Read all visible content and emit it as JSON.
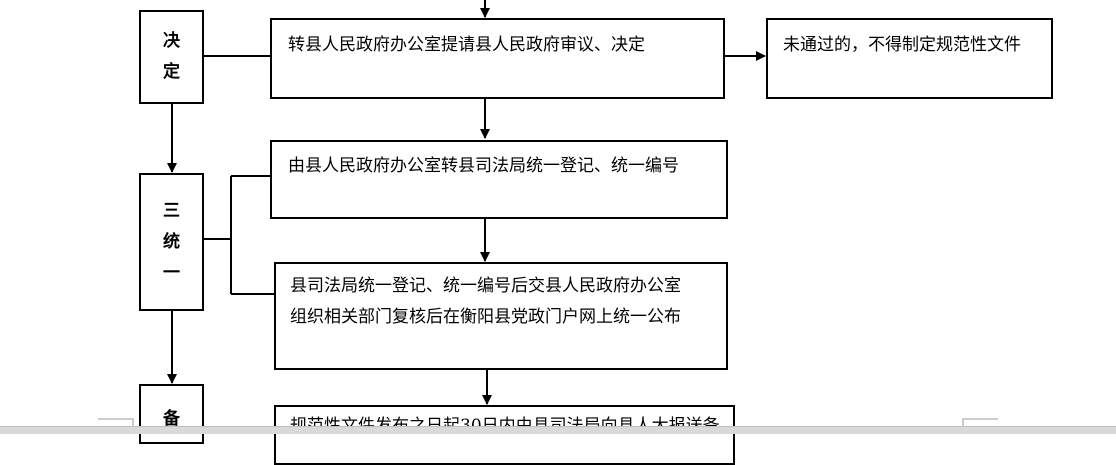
{
  "side_labels": {
    "decide": [
      "决",
      "定"
    ],
    "unify": [
      "三",
      "统",
      "一"
    ],
    "record": [
      "备"
    ]
  },
  "steps": {
    "transfer_review": "转县人民政府办公室提请县人民政府审议、决定",
    "rejected": "未通过的，不得制定规范性文件",
    "register": "由县人民政府办公室转县司法局统一登记、统一编号",
    "publish_line1": "县司法局统一登记、统一编号后交县人民政府办公室",
    "publish_line2": "组织相关部门复核后在衡阳县党政门户网上统一公布",
    "filing_partial": "规范性文件发布之日起30日内由县司法局向县人大报送备"
  }
}
